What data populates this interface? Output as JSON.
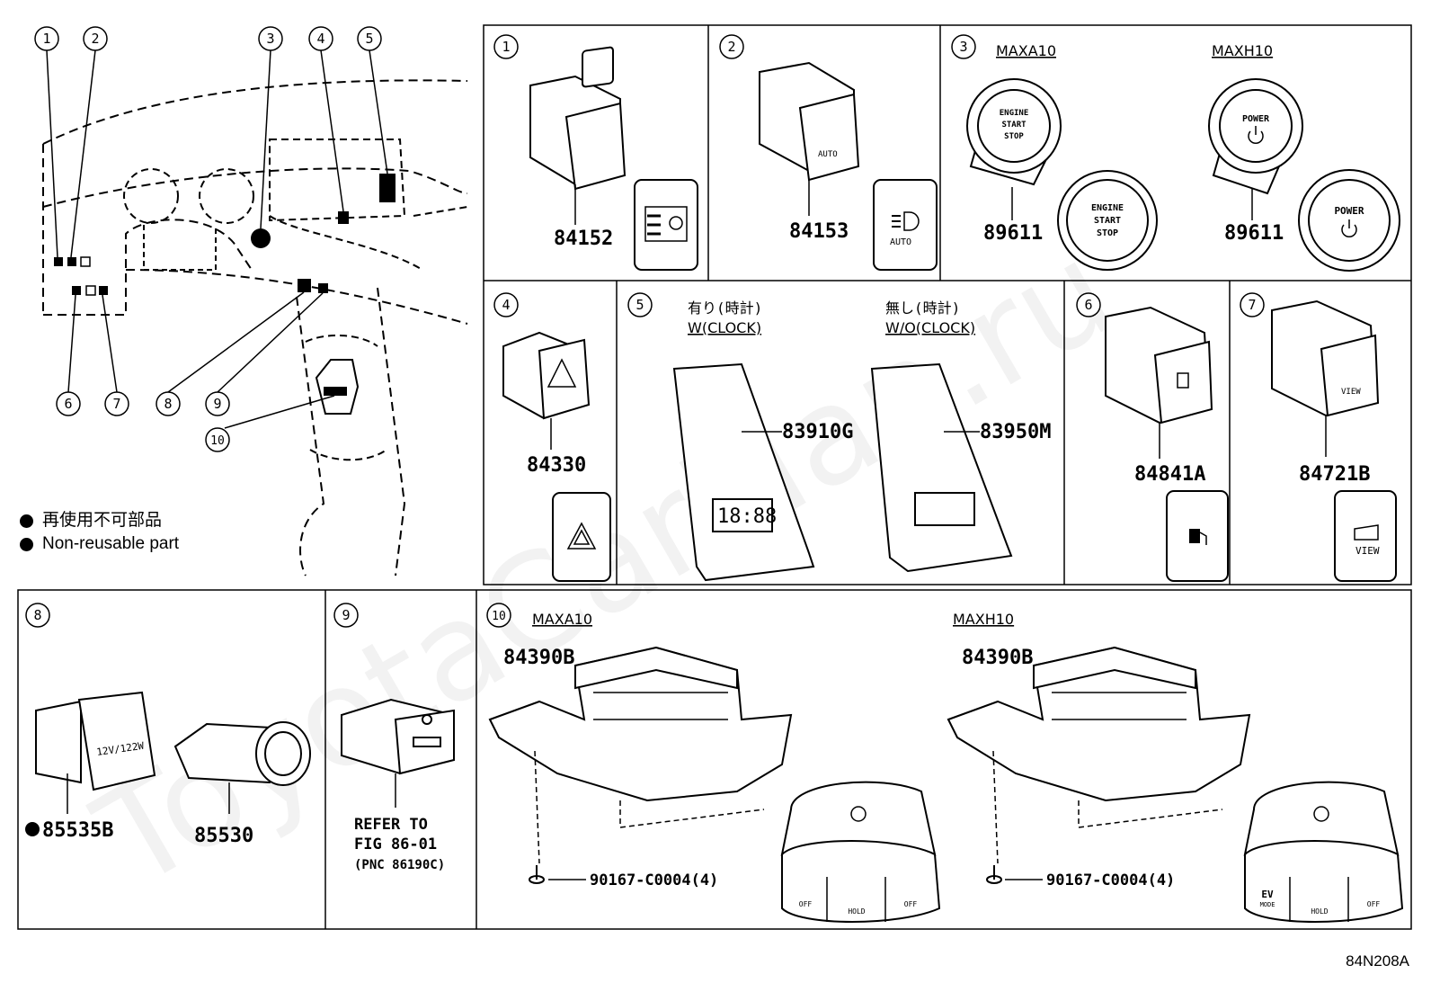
{
  "callouts": [
    "1",
    "2",
    "3",
    "4",
    "5",
    "6",
    "7",
    "8",
    "9",
    "10"
  ],
  "legend": {
    "jp": "再使用不可部品",
    "en": "Non-reusable part"
  },
  "panels": {
    "p1": {
      "num": "1",
      "part": "84152"
    },
    "p2": {
      "num": "2",
      "part": "84153",
      "icon_text": "AUTO"
    },
    "p3": {
      "num": "3",
      "variant_a": "MAXA10",
      "variant_b": "MAXH10",
      "part_a": "89611",
      "part_b": "89611",
      "btn_a": [
        "ENGINE",
        "START",
        "STOP"
      ],
      "btn_b": "POWER"
    },
    "p4": {
      "num": "4",
      "part": "84330"
    },
    "p5": {
      "num": "5",
      "with_jp": "有り(時計)",
      "with_en": "W(CLOCK)",
      "without_jp": "無し(時計)",
      "without_en": "W/O(CLOCK)",
      "part_a": "83910G",
      "part_b": "83950M",
      "clock": "18:88"
    },
    "p6": {
      "num": "6",
      "part": "84841A"
    },
    "p7": {
      "num": "7",
      "part": "84721B",
      "icon_text": "VIEW"
    },
    "p8": {
      "num": "8",
      "part_a": "85535B",
      "part_b": "85530",
      "socket_text": "12V/122W"
    },
    "p9": {
      "num": "9",
      "refer1": "REFER TO",
      "refer2": "FIG 86-01",
      "refer3": "(PNC 86190C)"
    },
    "p10": {
      "num": "10",
      "variant_a": "MAXA10",
      "variant_b": "MAXH10",
      "part_a": "84390B",
      "part_b": "84390B",
      "screw_a": "90167-C0004(4)",
      "screw_b": "90167-C0004(4)",
      "off_label": "OFF",
      "hold_label": "HOLD",
      "ev_label": "EV",
      "ev_mode": "MODE"
    }
  },
  "watermark": "ToyotaCarMan.ru",
  "drawing_code": "84N208A"
}
